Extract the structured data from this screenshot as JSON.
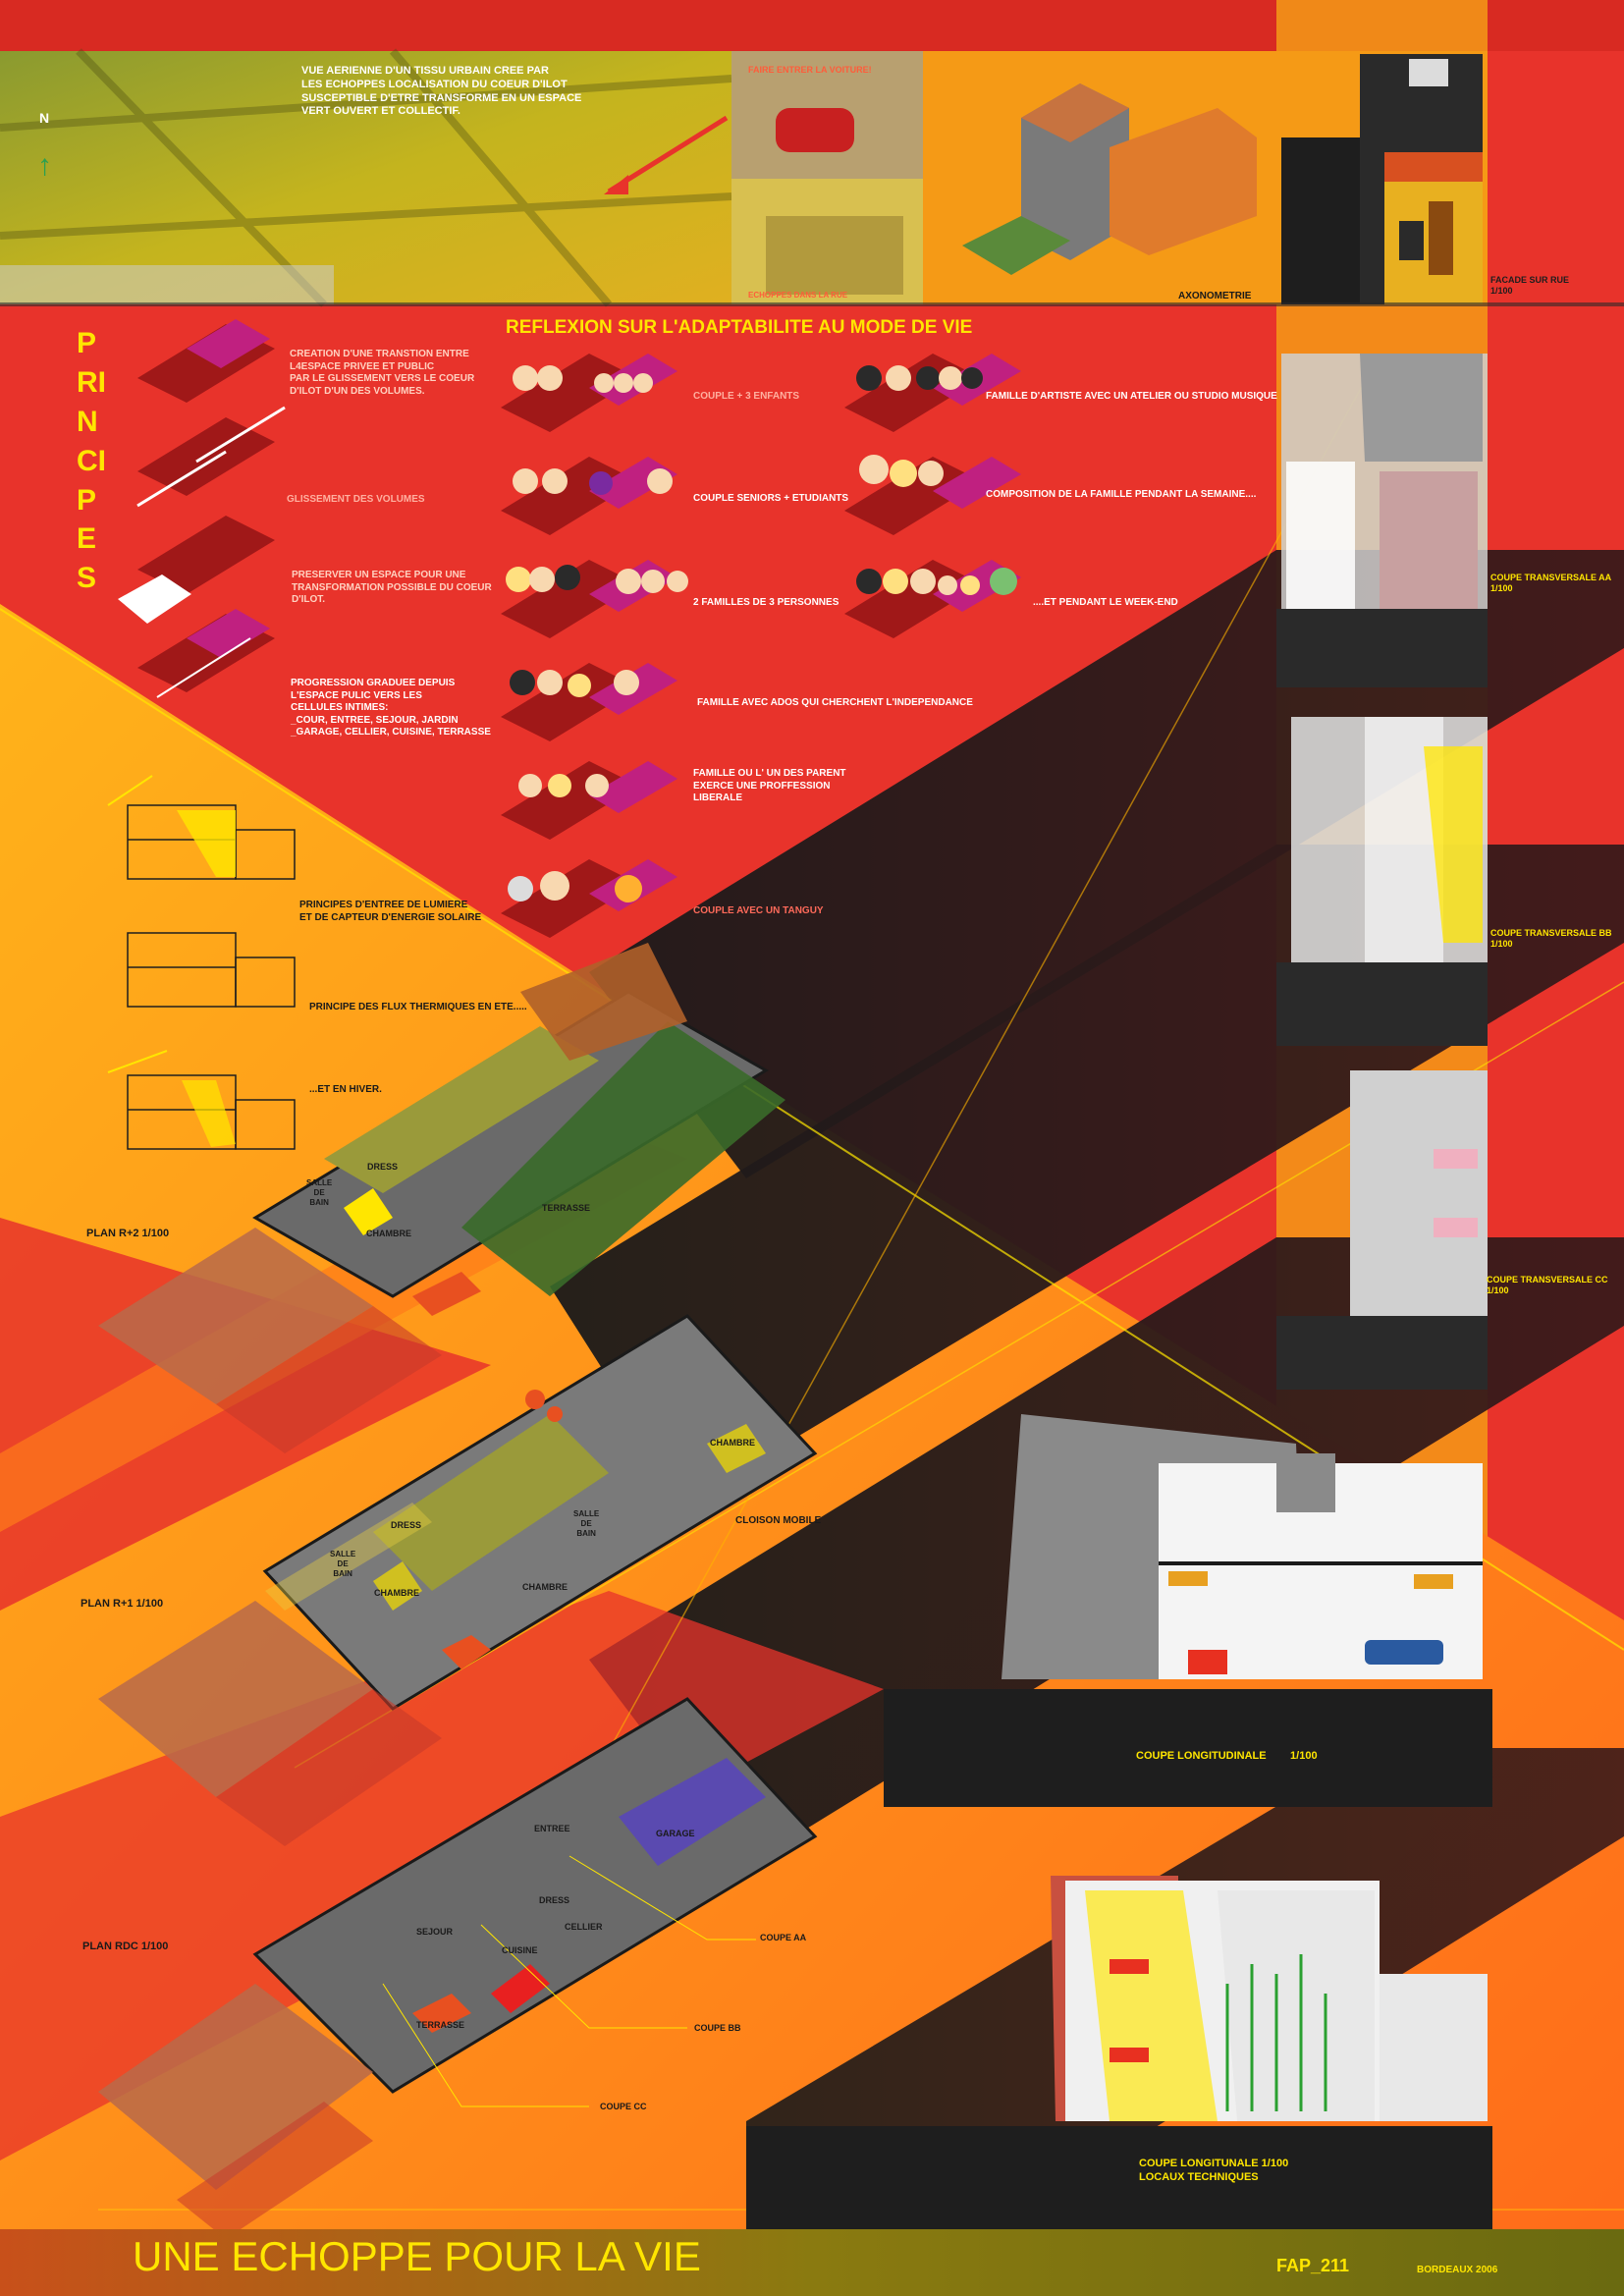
{
  "aerial": {
    "caption": "VUE AERIENNE D'UN TISSU URBAIN CREE PAR\nLES ECHOPPES  LOCALISATION DU COEUR D'ILOT\nSUSCEPTIBLE D'ETRE TRANSFORME EN UN ESPACE\nVERT OUVERT ET COLLECTIF.",
    "north_label": "N",
    "photo1_caption": "FAIRE ENTRER LA VOITURE!",
    "photo2_caption": "ECHOPPES DANS LA RUE"
  },
  "axonometrie_label": "AXONOMETRIE",
  "facade": {
    "label": "FACADE SUR RUE\n1/100"
  },
  "principes": {
    "title": "PRINCIPES",
    "items": [
      "CREATION D'UNE TRANSTION ENTRE\nL4ESPACE PRIVEE ET PUBLIC\nPAR LE GLISSEMENT VERS LE COEUR\nD'ILOT D'UN DES VOLUMES.",
      "GLISSEMENT DES VOLUMES",
      "PRESERVER UN ESPACE POUR UNE\nTRANSFORMATION POSSIBLE DU COEUR\nD'ILOT.",
      "PROGRESSION GRADUEE DEPUIS\nL'ESPACE PULIC VERS LES\nCELLULES INTIMES:\n_COUR, ENTREE, SEJOUR, JARDIN\n_GARAGE, CELLIER, CUISINE, TERRASSE"
    ]
  },
  "reflexion": {
    "title": "REFLEXION SUR L'ADAPTABILITE AU MODE DE VIE",
    "left": [
      "COUPLE + 3 ENFANTS",
      "COUPLE SENIORS + ETUDIANTS",
      "2 FAMILLES DE 3 PERSONNES",
      "FAMILLE AVEC ADOS QUI CHERCHENT L'INDEPENDANCE",
      "FAMILLE OU L' UN DES  PARENT\nEXERCE UNE PROFFESSION\nLIBERALE",
      "COUPLE AVEC UN TANGUY"
    ],
    "right": [
      "FAMILLE D'ARTISTE AVEC UN ATELIER OU STUDIO MUSIQUE",
      "COMPOSITION DE LA FAMILLE PENDANT LA SEMAINE....",
      "....ET PENDANT LE WEEK-END"
    ]
  },
  "climate": {
    "items": [
      "PRINCIPES D'ENTREE DE LUMIERE\nET DE CAPTEUR D'ENERGIE SOLAIRE",
      "PRINCIPE DES FLUX THERMIQUES EN ETE.....",
      "...ET EN HIVER."
    ]
  },
  "plans": {
    "r2": {
      "label": "PLAN R+2   1/100",
      "rooms": [
        "DRESS",
        "SALLE\nDE\nBAIN",
        "CHAMBRE",
        "TERRASSE"
      ]
    },
    "r1": {
      "label": "PLAN R+1   1/100",
      "rooms": [
        "CHAMBRE",
        "DRESS",
        "SALLE\nDE\nBAIN",
        "CHAMBRE",
        "CHAMBRE",
        "SALLE\nDE\nBAIN"
      ],
      "note": "CLOISON MOBILE"
    },
    "rdc": {
      "label": "PLAN RDC   1/100",
      "rooms": [
        "GARAGE",
        "ENTREE",
        "DRESS",
        "CELLIER",
        "SEJOUR",
        "CUISINE",
        "TERRASSE"
      ]
    }
  },
  "coupe_refs": [
    "COUPE  AA",
    "COUPE BB",
    "COUPE CC"
  ],
  "sections": {
    "aa": "COUPE TRANSVERSALE AA\n1/100",
    "bb": "COUPE TRANSVERSALE BB\n1/100",
    "cc": "COUPE TRANSVERSALE CC\n1/100",
    "long": "COUPE LONGITUDINALE        1/100",
    "long2": "COUPE LONGITUNALE 1/100\nLOCAUX TECHNIQUES"
  },
  "footer": {
    "title": "UNE ECHOPPE POUR LA VIE",
    "code": "FAP_211",
    "place": "BORDEAUX 2006"
  },
  "colors": {
    "red": "#e8332b",
    "orange": "#f7931e",
    "yellow": "#ffe600",
    "dark": "#1c1c1c"
  }
}
